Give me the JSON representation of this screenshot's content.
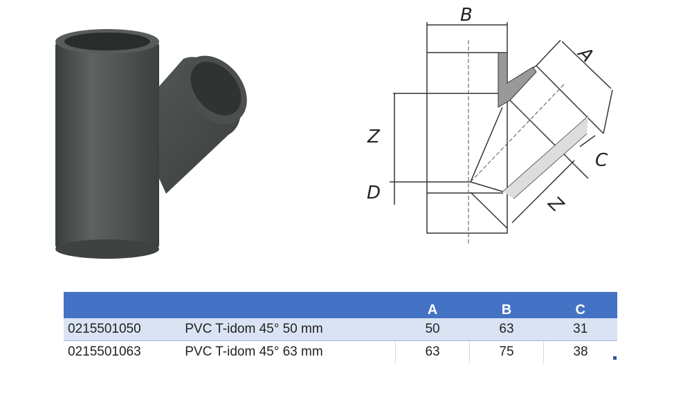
{
  "diagram": {
    "labels": {
      "b": "B",
      "a": "A",
      "z_left": "Z",
      "c": "C",
      "d": "D",
      "z_branch": "Z"
    }
  },
  "table": {
    "headers": [
      "",
      "",
      "A",
      "B",
      "C"
    ],
    "rows": [
      {
        "code": "0215501050",
        "name": "PVC T-idom 45° 50 mm",
        "a": "50",
        "b": "63",
        "c": "31"
      },
      {
        "code": "0215501063",
        "name": "PVC T-idom 45° 63 mm",
        "a": "63",
        "b": "75",
        "c": "38"
      }
    ]
  },
  "colors": {
    "header": "#4472c4",
    "row_alt": "#dae3f3",
    "pipe": "#4a4e4d"
  }
}
